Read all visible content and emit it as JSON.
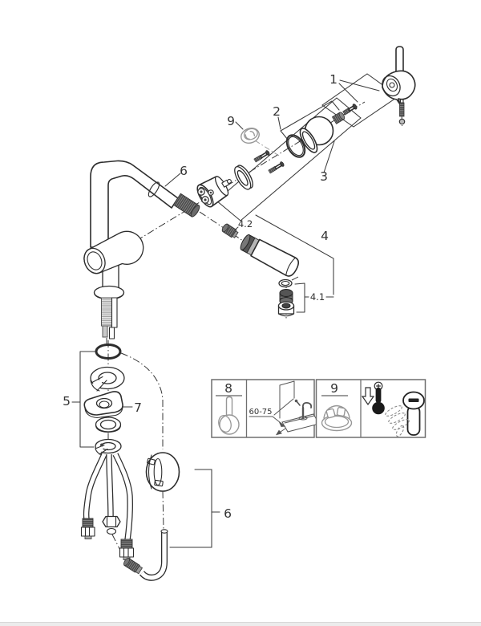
{
  "colors": {
    "line": "#2d2d2d",
    "gray_part": "#979797",
    "dark_fill": "#4a4a4a",
    "paper": "#ffffff",
    "bottom_bar": "#ececec"
  },
  "callouts": {
    "part1": "1",
    "part2": "2",
    "part3": "3",
    "part4": "4",
    "part4_1": "4.1",
    "part4_2": "4.2",
    "part5": "5",
    "part6_spout": "6",
    "part6_hose": "6",
    "part7": "7",
    "part9_tool": "9"
  },
  "insets": {
    "box8": {
      "number": "8",
      "dimension_label": "60-75",
      "icons": [
        "lever-handle",
        "mounting-clearance"
      ]
    },
    "box9": {
      "number": "9",
      "icons": [
        "mounting-tool",
        "hot-surface-warning",
        "hand-on-lever"
      ]
    }
  }
}
